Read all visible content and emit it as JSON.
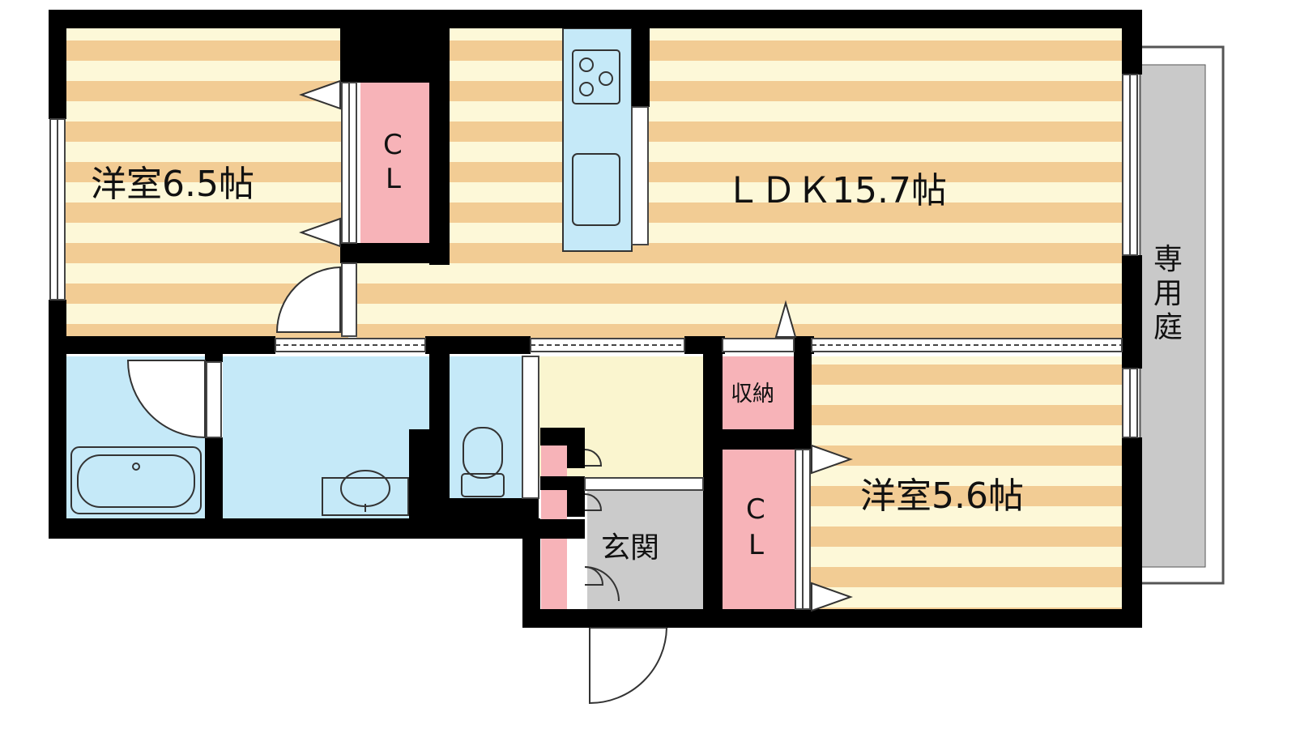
{
  "rooms": {
    "western_room_1": "洋室6.5帖",
    "ldk": "ＬＤＫ15.7帖",
    "western_room_2": "洋室5.6帖",
    "closet_label_top": "C",
    "closet_label_bottom": "L",
    "storage": "収納",
    "entrance": "玄関",
    "private_garden_1": "専",
    "private_garden_2": "用",
    "private_garden_3": "庭"
  },
  "colors": {
    "floor_stripe": "#f2cc94",
    "floor_base": "#fdf8d8",
    "closet": "#f7b3b8",
    "wet_area": "#c5e9f8",
    "hall": "#faf5cf",
    "entrance": "#cbcbcb",
    "garden": "#c9c9c9",
    "wall": "#000000"
  }
}
